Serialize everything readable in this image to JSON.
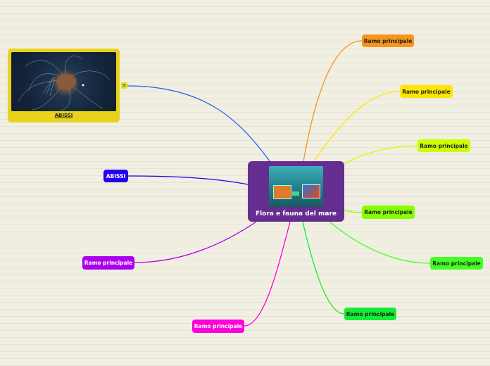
{
  "map": {
    "background": "#f1eee2",
    "central_topic": {
      "title": "Flora e fauna del mare",
      "color": "#662d91",
      "image": "sea-reef-collage"
    },
    "image_topic": {
      "caption": "ABISSI",
      "color": "#e8d21c",
      "image": "deep-sea-jellyfish",
      "note_icon": "≡"
    },
    "branches": [
      {
        "label": "Ramo principale",
        "color": "#f7941d",
        "text_color": "#222"
      },
      {
        "label": "Ramo principale",
        "color": "#ffe600",
        "text_color": "#222"
      },
      {
        "label": "Ramo principale",
        "color": "#ccff00",
        "text_color": "#222"
      },
      {
        "label": "Ramo principale",
        "color": "#88ff00",
        "text_color": "#222"
      },
      {
        "label": "Ramo principale",
        "color": "#44ff22",
        "text_color": "#222"
      },
      {
        "label": "Ramo principale",
        "color": "#11ee33",
        "text_color": "#222"
      },
      {
        "label": "Ramo principale",
        "color": "#ff00dd",
        "text_color": "#ffffff"
      },
      {
        "label": "Ramo principale",
        "color": "#aa00ee",
        "text_color": "#ffffff"
      },
      {
        "label": "ABISSI",
        "color": "#2200ee",
        "text_color": "#ffffff"
      }
    ]
  }
}
